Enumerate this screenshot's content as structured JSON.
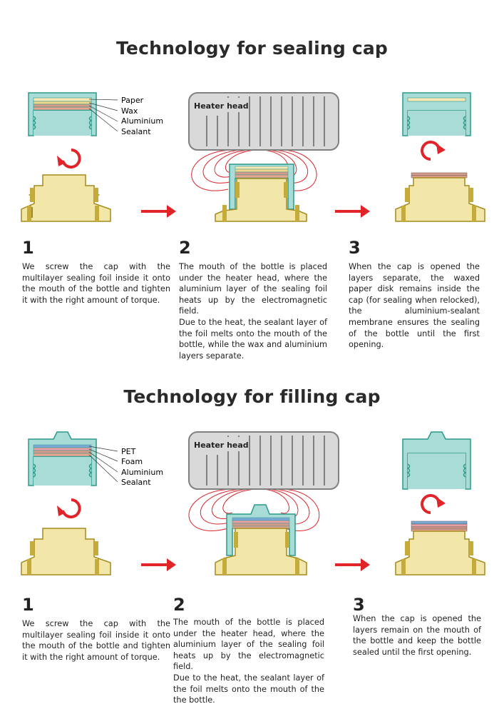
{
  "sections": [
    {
      "title": "Technology for sealing cap",
      "layer_labels": [
        "Paper",
        "Wax",
        "Aluminium",
        "Sealant"
      ],
      "heater_label": "Heater head",
      "steps": [
        {
          "num": "1",
          "paragraphs": [
            "We screw the cap with the multilayer sealing foil inside it onto the mouth of the bottle and tighten it with the right amount of torque."
          ]
        },
        {
          "num": "2",
          "paragraphs": [
            "The mouth of the bottle is placed under the heater head, where the aluminium layer of the sealing foil heats up by the electromagnetic field.",
            "Due to the heat, the sealant layer of the foil melts onto the mouth of the bottle, while the wax and aluminium layers separate."
          ]
        },
        {
          "num": "3",
          "paragraphs": [
            "When the cap is opened the layers separate, the waxed paper disk remains inside the cap (for sealing when relocked), the aluminium-sealant membrane ensures the sealing of the bottle until the first opening."
          ]
        }
      ]
    },
    {
      "title": "Technology for filling cap",
      "layer_labels": [
        "PET",
        "Foam",
        "Aluminium",
        "Sealant"
      ],
      "heater_label": "Heater head",
      "steps": [
        {
          "num": "1",
          "paragraphs": [
            "We screw the cap with the multilayer sealing foil inside it onto the mouth of the bottle and tighten it with the right amount of torque."
          ]
        },
        {
          "num": "2",
          "paragraphs": [
            "The mouth of the bottle is placed under the heater head, where the aluminium layer of the sealing foil heats up by the electromagnetic field.",
            "Due to the heat, the sealant layer of the foil melts onto the mouth of the the bottle."
          ]
        },
        {
          "num": "3",
          "paragraphs": [
            "When the cap is opened the layers remain on the mouth of the bottle and keep the bottle sealed until the first opening."
          ]
        }
      ]
    }
  ],
  "colors": {
    "cap_fill": "#a9dcd6",
    "cap_outline": "#2a9a8c",
    "bottle_fill": "#f3e6a9",
    "bottle_outline": "#a38a1f",
    "heater_fill": "#d9d9d9",
    "heater_outline": "#808080",
    "field_lines": "#d9242a",
    "arrow": "#e0242a",
    "paper": "#f6e7b4",
    "wax": "#f4d58d",
    "aluminium": "#d69a8a",
    "sealant": "#e7a58f",
    "pet": "#7aa9d6",
    "foam": "#e79fa4"
  }
}
